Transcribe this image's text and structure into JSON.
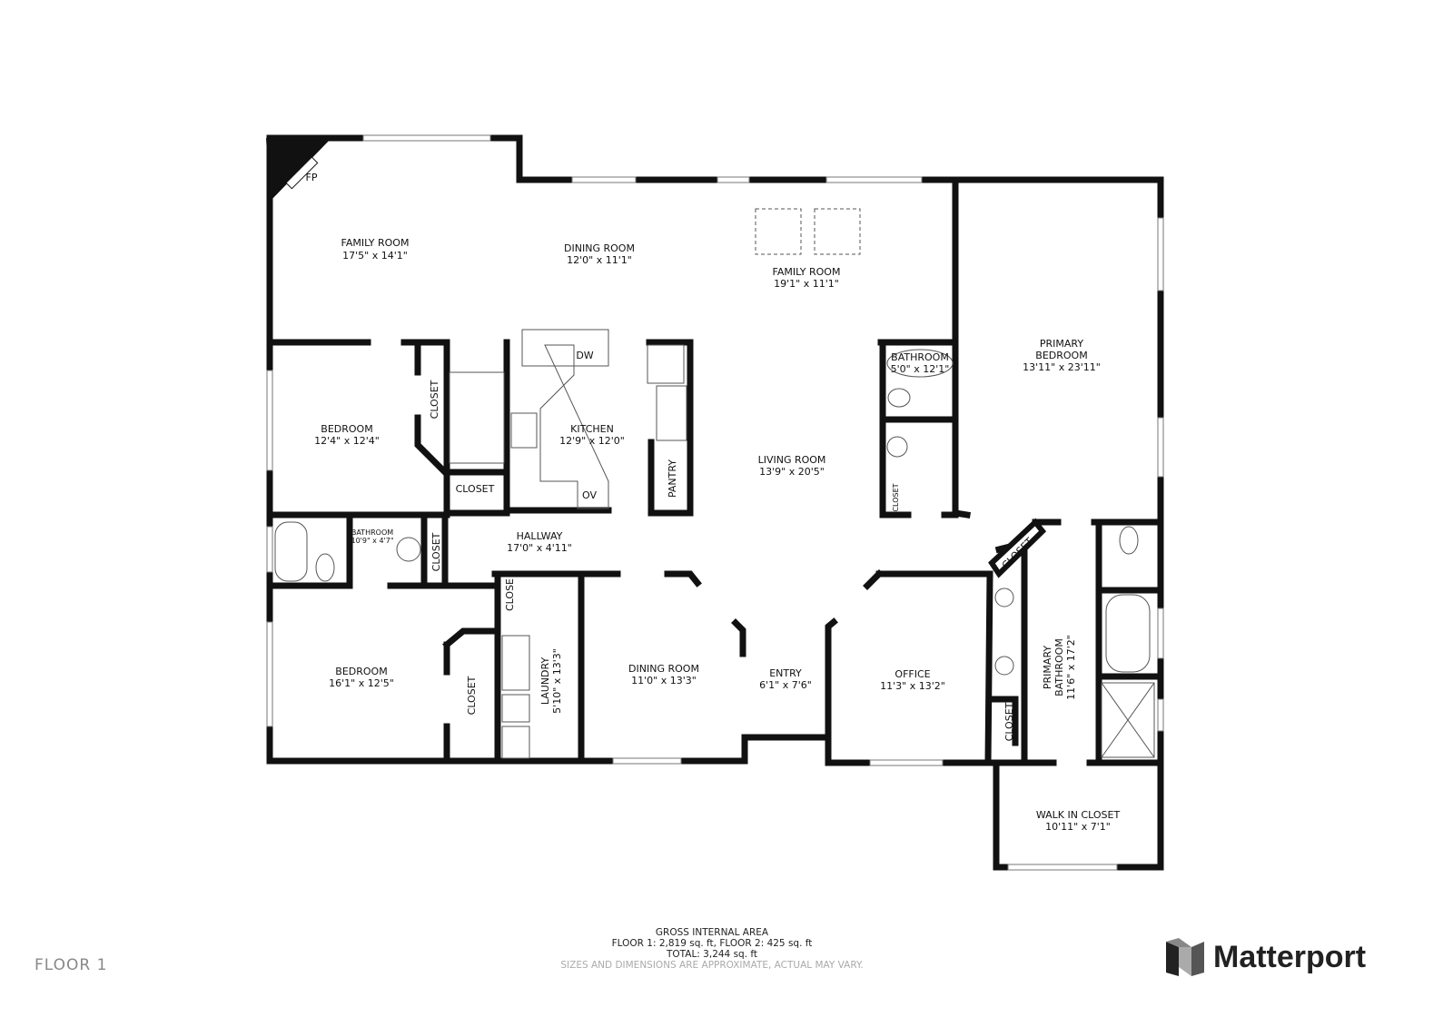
{
  "floor_label": "FLOOR 1",
  "rooms": [
    {
      "name": "FAMILY ROOM",
      "dims": "17'5\" x 14'1\""
    },
    {
      "name": "DINING ROOM",
      "dims": "12'0\" x 11'1\""
    },
    {
      "name": "FAMILY ROOM",
      "dims": "19'1\" x 11'1\""
    },
    {
      "name": "PRIMARY",
      "name2": "BEDROOM",
      "dims": "13'11\" x 23'11\""
    },
    {
      "name": "BEDROOM",
      "dims": "12'4\" x 12'4\""
    },
    {
      "name": "KITCHEN",
      "dims": "12'9\" x 12'0\""
    },
    {
      "name": "LIVING ROOM",
      "dims": "13'9\" x 20'5\""
    },
    {
      "name": "BATHROOM",
      "dims": "5'0\" x 12'1\""
    },
    {
      "name": "BATHROOM",
      "dims": "10'9\" x 4'7\""
    },
    {
      "name": "HALLWAY",
      "dims": "17'0\" x 4'11\""
    },
    {
      "name": "BEDROOM",
      "dims": "16'1\" x 12'5\""
    },
    {
      "name": "LAUNDRY",
      "dims": "5'10\" x 13'3\""
    },
    {
      "name": "DINING ROOM",
      "dims": "11'0\" x 13'3\""
    },
    {
      "name": "ENTRY",
      "dims": "6'1\" x 7'6\""
    },
    {
      "name": "OFFICE",
      "dims": "11'3\" x 13'2\""
    },
    {
      "name": "PRIMARY",
      "name2": "BATHROOM",
      "dims": "11'6\" x 17'2\""
    },
    {
      "name": "WALK IN CLOSET",
      "dims": "10'11\" x 7'1\""
    }
  ],
  "fixtures": {
    "fp": "FP",
    "dw": "DW",
    "ov": "OV",
    "pantry": "PANTRY",
    "closet": "CLOSET",
    "closet_short": "CLOSE",
    "closet_tiny": "CLOSET"
  },
  "area": {
    "title": "GROSS INTERNAL AREA",
    "floors": "FLOOR 1: 2,819 sq. ft, FLOOR 2: 425 sq. ft",
    "total": "TOTAL: 3,244 sq. ft",
    "disclaimer": "SIZES AND DIMENSIONS ARE APPROXIMATE, ACTUAL MAY VARY."
  },
  "brand": {
    "name": "Matterport",
    "icon": "matterport-logo-icon"
  }
}
